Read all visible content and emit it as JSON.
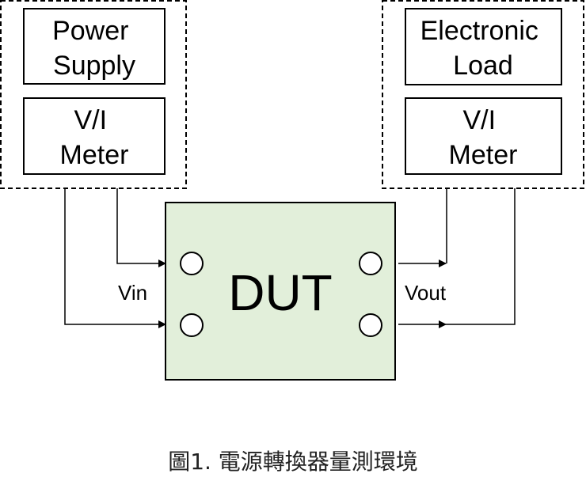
{
  "diagram": {
    "source_group": {
      "power_supply_label": [
        "Power",
        "Supply"
      ],
      "vi_meter_label": [
        "V/I",
        "Meter"
      ]
    },
    "load_group": {
      "electronic_load_label": [
        "Electronic",
        "Load"
      ],
      "vi_meter_label": [
        "V/I",
        "Meter"
      ]
    },
    "dut": {
      "label": "DUT",
      "fill_color": "#e2efda"
    },
    "vin_label": "Vin",
    "vout_label": "Vout"
  },
  "caption": "圖1. 電源轉換器量測環境"
}
